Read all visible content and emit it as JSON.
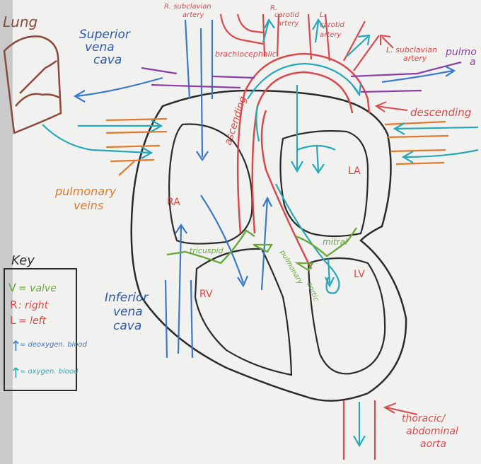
{
  "colors": {
    "board": "#f1f2f0",
    "outline": "#2a2a2a",
    "lung": "#8a4a3c",
    "right": "#d9484c",
    "left": "#d9484c",
    "deoxy": "#3a78c8",
    "oxy": "#27a8b8",
    "valve": "#69a83c",
    "veins": "#e07a2e",
    "pulm_artery": "#8a3fa6",
    "title_blue": "#2d5aa8"
  },
  "labels": {
    "lung": "Lung",
    "superior_vena_cava": [
      "Superior",
      "vena",
      "cava"
    ],
    "r_subclavian": [
      "R. subclavian",
      "artery"
    ],
    "r_carotid": [
      "R.",
      "carotid",
      "artery"
    ],
    "l_carotid": [
      "L.",
      "carotid",
      "artery"
    ],
    "l_subclavian": [
      "L. subclavian",
      "artery"
    ],
    "pulmonary_artery": [
      "pulmo",
      "a"
    ],
    "brachiocephalic": "brachiocephalic",
    "ascending": "ascending",
    "descending": "descending",
    "pulmonary_veins": [
      "pulmonary",
      "veins"
    ],
    "ra": "RA",
    "la": "LA",
    "rv": "RV",
    "lv": "LV",
    "tricuspid": "tricuspid",
    "pulmonary_valve": "pulmonary",
    "mitral": "mitral",
    "aortic": "aortic",
    "inferior_vena_cava": [
      "Inferior",
      "vena",
      "cava"
    ],
    "thoracic_aorta": [
      "thoracic/",
      "abdominal",
      "aorta"
    ]
  },
  "key": {
    "title": "Key",
    "items": [
      {
        "symbol": "V",
        "text": "= valve"
      },
      {
        "symbol": "R",
        "text": ": right"
      },
      {
        "symbol": "L",
        "text": "= left"
      },
      {
        "symbol": "↑",
        "text": "= deoxygen. blood"
      },
      {
        "symbol": "↑",
        "text": "= oxygen. blood"
      }
    ]
  }
}
